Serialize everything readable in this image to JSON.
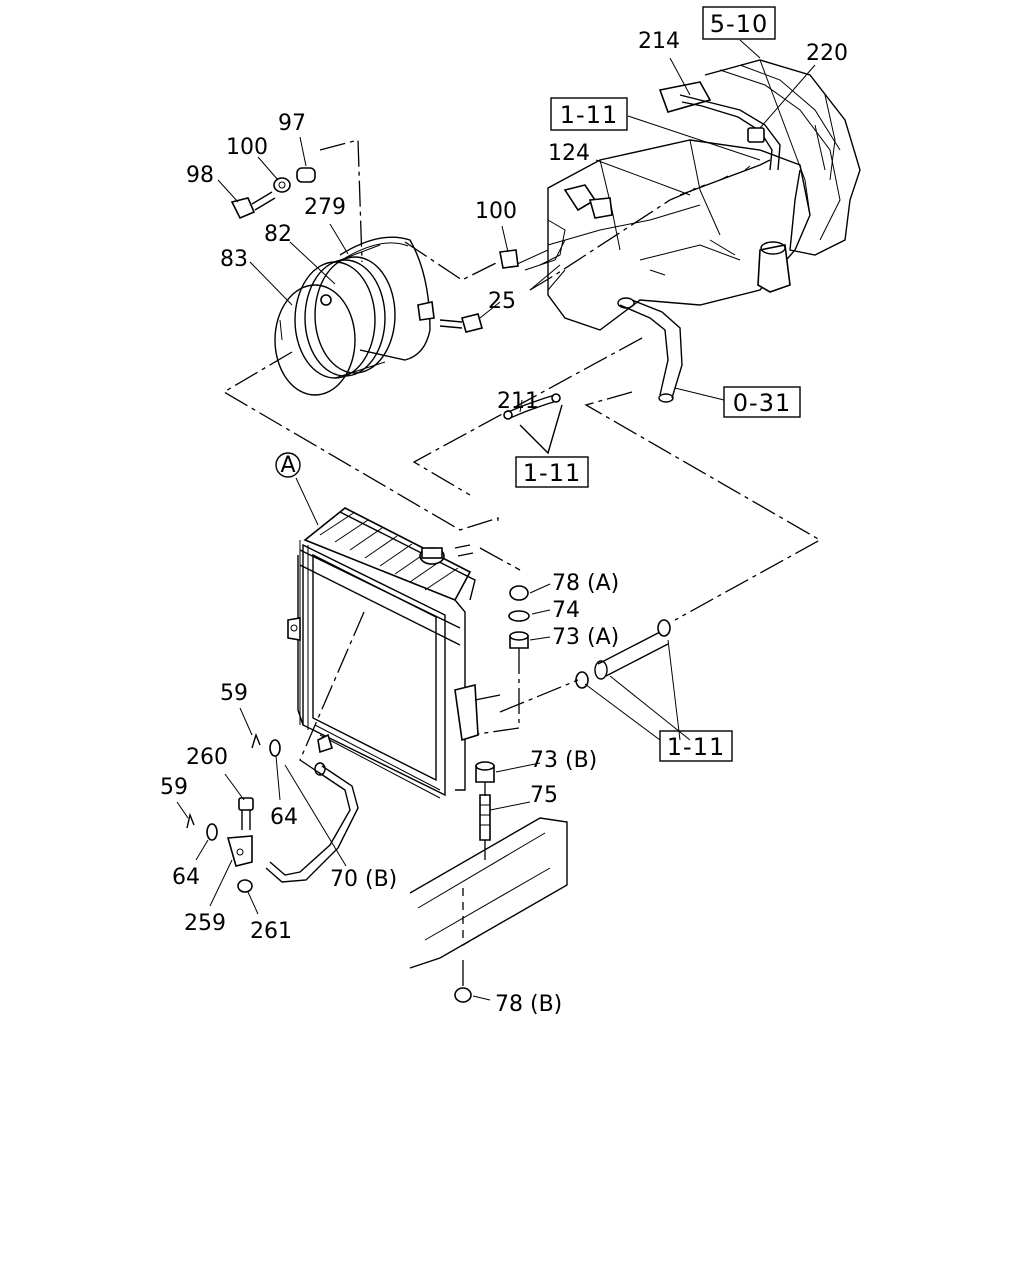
{
  "callouts": {
    "c214": "214",
    "c220": "220",
    "c124": "124",
    "c97": "97",
    "c100a": "100",
    "c98": "98",
    "c279": "279",
    "c82": "82",
    "c83": "83",
    "c100b": "100",
    "c25": "25",
    "c211": "211",
    "cA": "A",
    "c78a": "78 (A)",
    "c74": "74",
    "c73a": "73 (A)",
    "c59a": "59",
    "c260": "260",
    "c64a": "64",
    "c59b": "59",
    "c64b": "64",
    "c259": "259",
    "c261": "261",
    "c70b": "70 (B)",
    "c73b": "73 (B)",
    "c75": "75",
    "c78b": "78 (B)"
  },
  "refs": {
    "r510": "5-10",
    "r111_top": "1-11",
    "r031": "0-31",
    "r111_mid": "1-11",
    "r111_bot": "1-11"
  }
}
